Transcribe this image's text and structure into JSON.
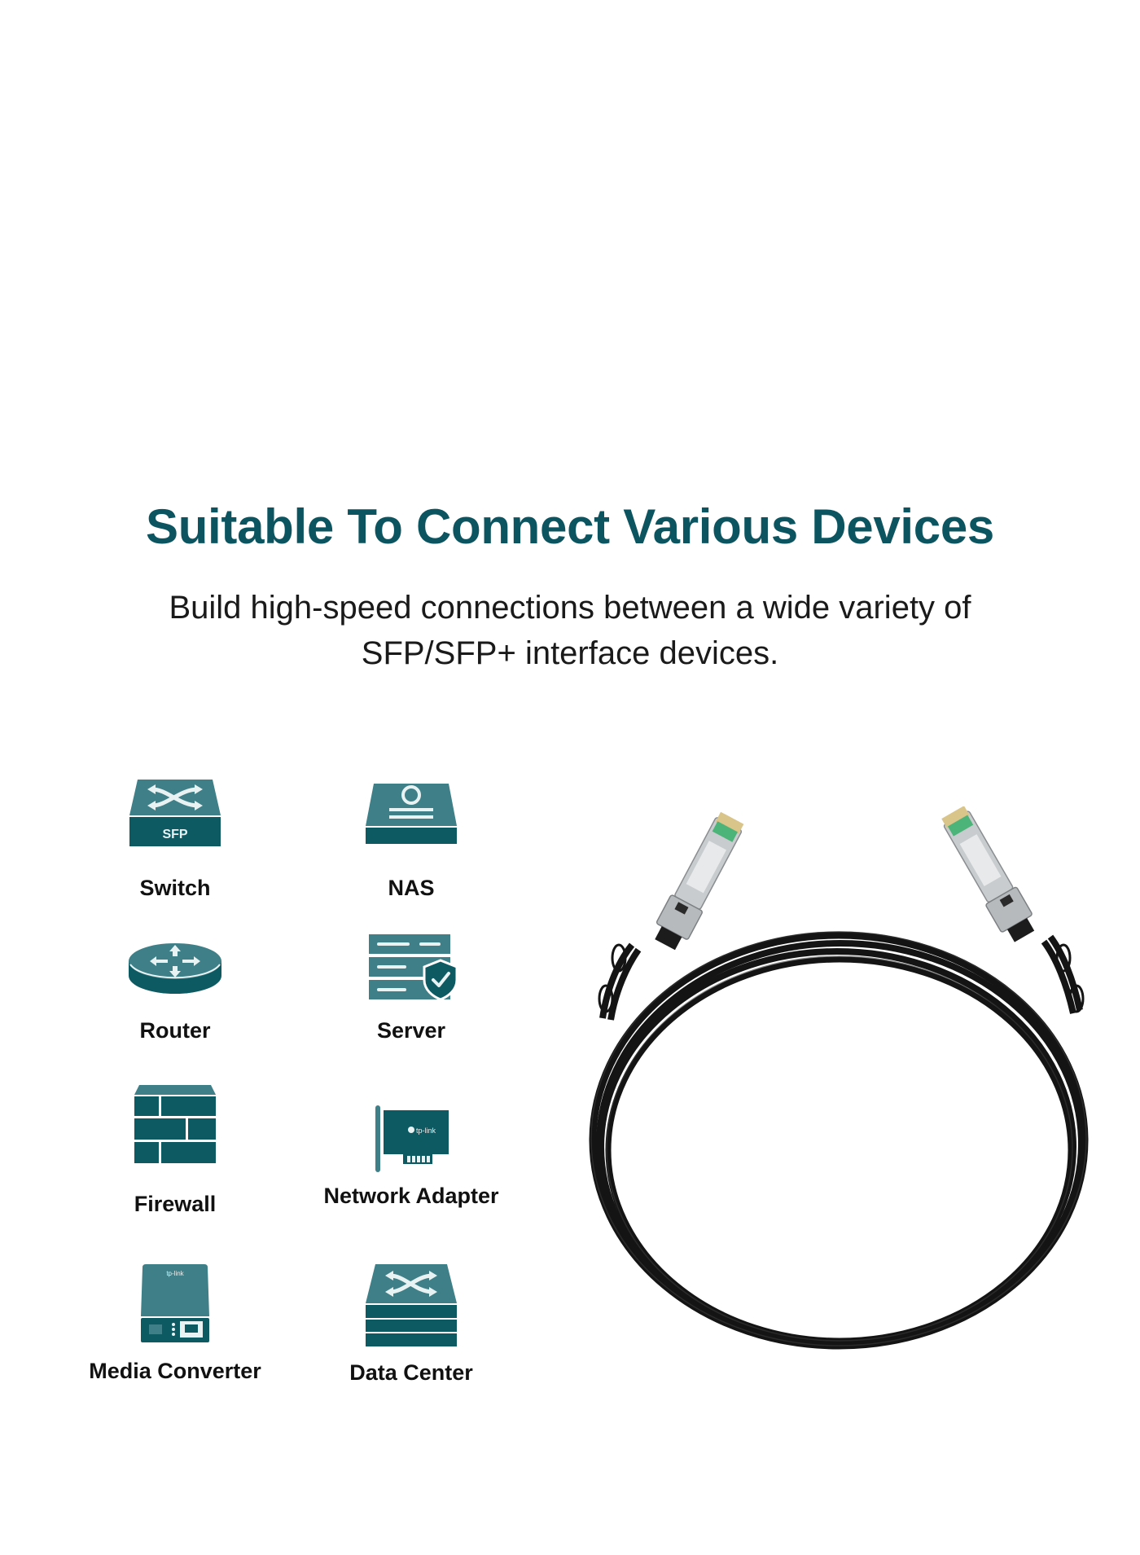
{
  "page": {
    "heading": "Suitable To Connect Various Devices",
    "subtitle_line1": "Build high-speed connections between a wide variety of",
    "subtitle_line2": "SFP/SFP+ interface devices.",
    "accent_color": "#0c5560",
    "icon_color_light": "#3f7f87",
    "icon_color_dark": "#0e5a63"
  },
  "devices": [
    {
      "label": "Switch",
      "icon": "switch-icon",
      "badge": "SFP"
    },
    {
      "label": "NAS",
      "icon": "nas-icon"
    },
    {
      "label": "Router",
      "icon": "router-icon"
    },
    {
      "label": "Server",
      "icon": "server-shield-icon"
    },
    {
      "label": "Firewall",
      "icon": "firewall-icon"
    },
    {
      "label": "Network Adapter",
      "icon": "network-adapter-icon",
      "logo": "tp-link"
    },
    {
      "label": "Media Converter",
      "icon": "media-converter-icon",
      "logo": "tp-link"
    },
    {
      "label": "Data Center",
      "icon": "data-center-icon"
    }
  ],
  "product_image": {
    "name": "SFP+ direct attach cable",
    "icon": "sfp-cable-icon"
  }
}
